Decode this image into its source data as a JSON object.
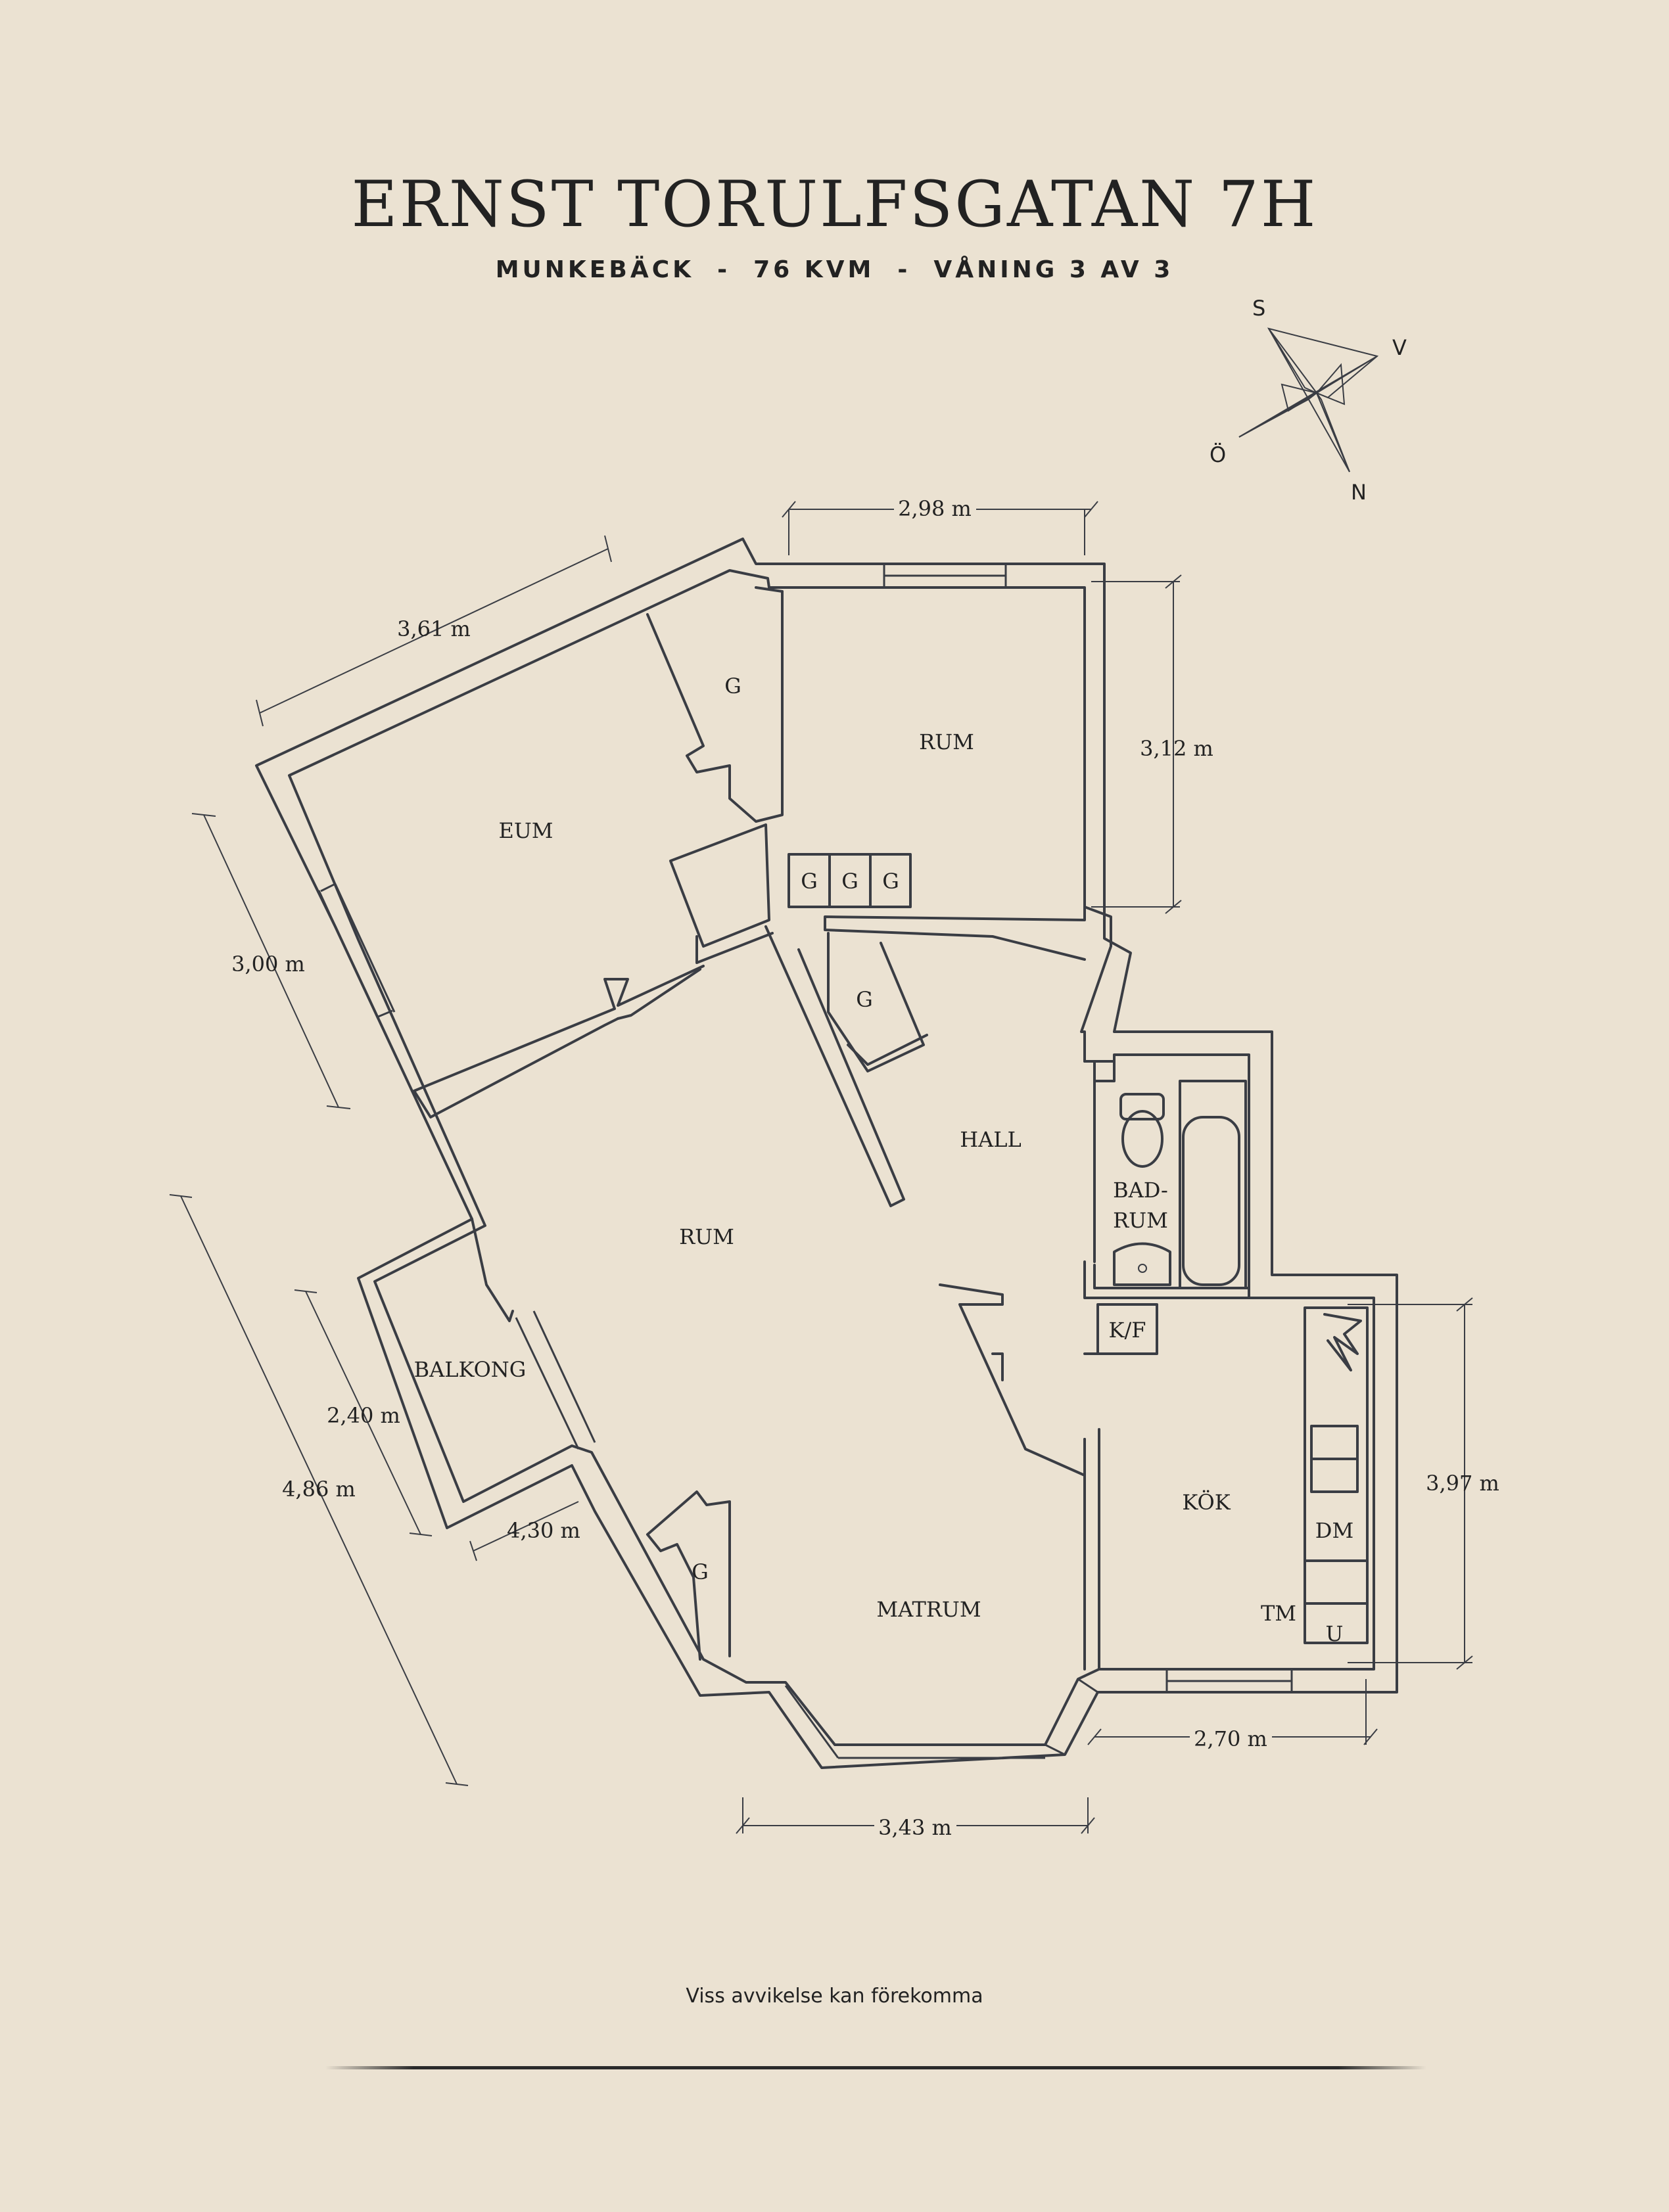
{
  "title": "ERNST TORULFSGATAN 7H",
  "subtitle": "MUNKEBÄCK  -  76 KVM  -  VÅNING 3 AV 3",
  "compass": {
    "s": "S",
    "v": "V",
    "o": "Ö",
    "n": "N"
  },
  "rooms": {
    "eum": "EUM",
    "rum_top": "RUM",
    "g_top": "G",
    "g1": "G",
    "g2": "G",
    "g3": "G",
    "g_hall": "G",
    "hall": "HALL",
    "rum_main": "RUM",
    "badrum_1": "BAD-",
    "badrum_2": "RUM",
    "kf": "K/F",
    "balkong": "BALKONG",
    "kok": "KÖK",
    "dm": "DM",
    "tm": "TM",
    "u": "U",
    "g_matrum": "G",
    "matrum": "MATRUM"
  },
  "dimensions": {
    "d298": "2,98 m",
    "d361": "3,61 m",
    "d312": "3,12 m",
    "d300": "3,00 m",
    "d240": "2,40 m",
    "d486": "4,86 m",
    "d430": "4,30 m",
    "d397": "3,97 m",
    "d270": "2,70 m",
    "d343": "3,43 m"
  },
  "disclaimer": "Viss avvikelse kan förekomma",
  "colors": {
    "background": "#ebe2d2",
    "ink": "#3a3d44"
  }
}
